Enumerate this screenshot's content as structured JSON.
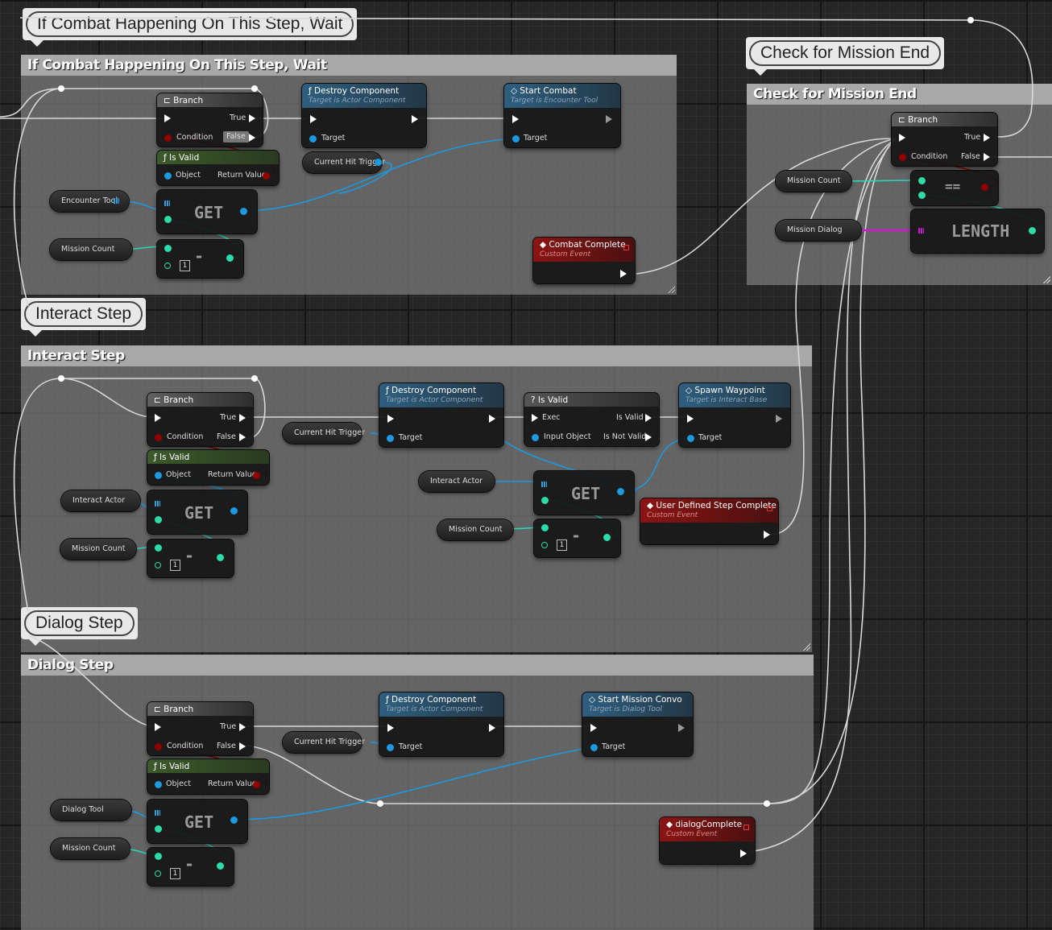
{
  "colors": {
    "exec": "#ffffff",
    "object": "#1b9ae0",
    "integer": "#2bdca6",
    "bool": "#920000",
    "array_string": "#d414d4",
    "wire_blue": "#1b9ae0",
    "wire_teal": "#2bd6b4"
  },
  "comments": {
    "combat": {
      "bubble": "If Combat Happening On This Step, Wait",
      "title": "If Combat Happening On This Step, Wait"
    },
    "mission_end": {
      "bubble": "Check for Mission End",
      "title": "Check for Mission End"
    },
    "interact": {
      "bubble": "Interact Step",
      "title": "Interact Step"
    },
    "dialog": {
      "bubble": "Dialog Step",
      "title": "Dialog Step"
    }
  },
  "nodes": {
    "branch": {
      "title": "Branch",
      "true": "True",
      "false": "False",
      "condition": "Condition"
    },
    "is_valid": {
      "title": "Is Valid",
      "object": "Object",
      "return_value": "Return Value"
    },
    "is_valid_macro": {
      "title": "Is Valid",
      "exec": "Exec",
      "input_object": "Input Object",
      "is_valid_out": "Is Valid",
      "is_not_valid": "Is Not Valid"
    },
    "destroy_component": {
      "title": "Destroy Component",
      "subtitle": "Target is Actor Component",
      "target": "Target"
    },
    "start_combat": {
      "title": "Start Combat",
      "subtitle": "Target is Encounter Tool",
      "target": "Target"
    },
    "spawn_waypoint": {
      "title": "Spawn Waypoint",
      "subtitle": "Target is Interact Base",
      "target": "Target"
    },
    "start_mission_convo": {
      "title": "Start Mission Convo",
      "subtitle": "Target is Dialog Tool",
      "target": "Target"
    },
    "combat_complete": {
      "title": "Combat Complete",
      "subtitle": "Custom Event"
    },
    "user_defined_step_complete": {
      "title": "User Defined Step Complete",
      "subtitle": "Custom Event"
    },
    "dialog_complete": {
      "title": "dialogComplete",
      "subtitle": "Custom Event"
    },
    "get": "GET",
    "minus": "-",
    "equals": "==",
    "length": "LENGTH",
    "one": "1"
  },
  "variables": {
    "encounter_tool": "Encounter Tool",
    "mission_count": "Mission Count",
    "current_hit_trigger": "Current Hit Trigger",
    "interact_actor": "Interact Actor",
    "dialog_tool": "Dialog Tool",
    "mission_dialog": "Mission Dialog"
  }
}
